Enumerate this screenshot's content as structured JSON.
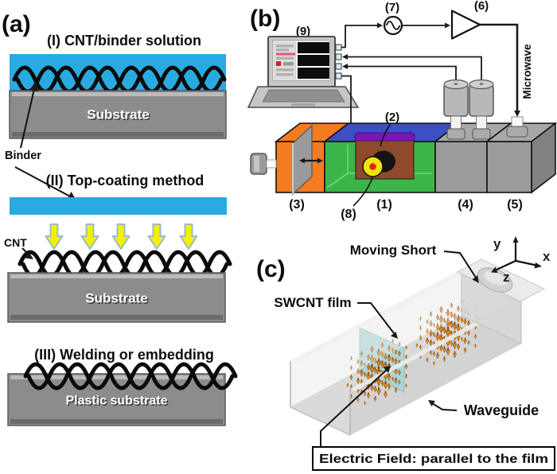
{
  "figure": {
    "panel_a": {
      "label": "(a)",
      "step1_title": "(I) CNT/binder solution",
      "step2_title": "(II) Top-coating method",
      "step3_title": "(III) Welding or embedding",
      "substrate_label": "Substrate",
      "plastic_substrate_label": "Plastic substrate",
      "binder_label": "Binder",
      "cnt_label": "CNT"
    },
    "panel_b": {
      "label": "(b)",
      "component_1": "(1)",
      "component_2": "(2)",
      "component_3": "(3)",
      "component_4": "(4)",
      "component_5": "(5)",
      "component_6": "(6)",
      "component_7": "(7)",
      "component_8": "(8)",
      "component_9": "(9)",
      "microwave_label": "Microwave"
    },
    "panel_c": {
      "label": "(c)",
      "moving_short_label": "Moving Short",
      "swcnt_film_label": "SWCNT film",
      "waveguide_label": "Waveguide",
      "electric_field_label": "Electric Field: parallel to the film",
      "axis_x_label": "x",
      "axis_y_label": "y",
      "axis_z_label": "z"
    },
    "colors": {
      "binder_blue": "#29ABE2",
      "substrate_gray": "#8C8C8C",
      "cnt_black": "#0B0B0B",
      "arrow_yellow": "#F2F200",
      "arrow_outline": "#9DB8CC",
      "short_orange": "#F47B20",
      "cavity_green": "#3BB54A",
      "waveguide_top_blue": "#3A50C4",
      "sample_brown": "#8E4A2B",
      "bar_purple": "#7A16B8",
      "source_yellow": "#F2E30E",
      "source_red": "#E81C1C",
      "field_orange": "#E2861F",
      "film_teal": "#9FD3D6"
    }
  }
}
